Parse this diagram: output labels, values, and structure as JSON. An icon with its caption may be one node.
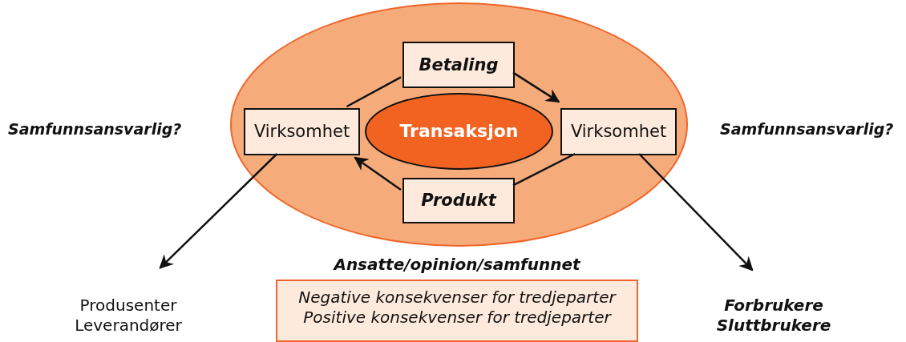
{
  "diagram": {
    "nodes": [
      {
        "text": [],
        "shape": "ellipse"
      },
      {
        "text": [
          "Betaling"
        ],
        "in": 0
      },
      {
        "text": [
          "Virksomhet"
        ],
        "in": 0
      },
      {
        "text": [
          "Transaksjon"
        ],
        "in": 0
      },
      {
        "text": [
          "Virksomhet"
        ],
        "in": 0
      },
      {
        "text": [
          "Produkt"
        ],
        "in": 0
      },
      {
        "text": [
          "Produsenter",
          "Leverandører"
        ]
      },
      {
        "text": [
          "Forbrukere",
          "Sluttbrukere"
        ]
      },
      {
        "text": [
          "Ansatte/opinion/samfunnet",
          "Negative konsekvenser for tredjeparter",
          "Positive konsekvenser for tredjeparter"
        ]
      }
    ],
    "edges": [
      {
        "from": 2,
        "to": 1,
        "arrow": "none"
      },
      {
        "from": 1,
        "to": 4,
        "arrow": "to"
      },
      {
        "from": 4,
        "to": 5,
        "arrow": "none"
      },
      {
        "from": 5,
        "to": 2,
        "arrow": "to"
      },
      {
        "from": 2,
        "to": 6,
        "arrow": "to"
      },
      {
        "from": 4,
        "to": 7,
        "arrow": "to"
      }
    ],
    "labels": [
      "Samfunnsansvarlig?",
      "Samfunnsansvarlig?"
    ]
  }
}
